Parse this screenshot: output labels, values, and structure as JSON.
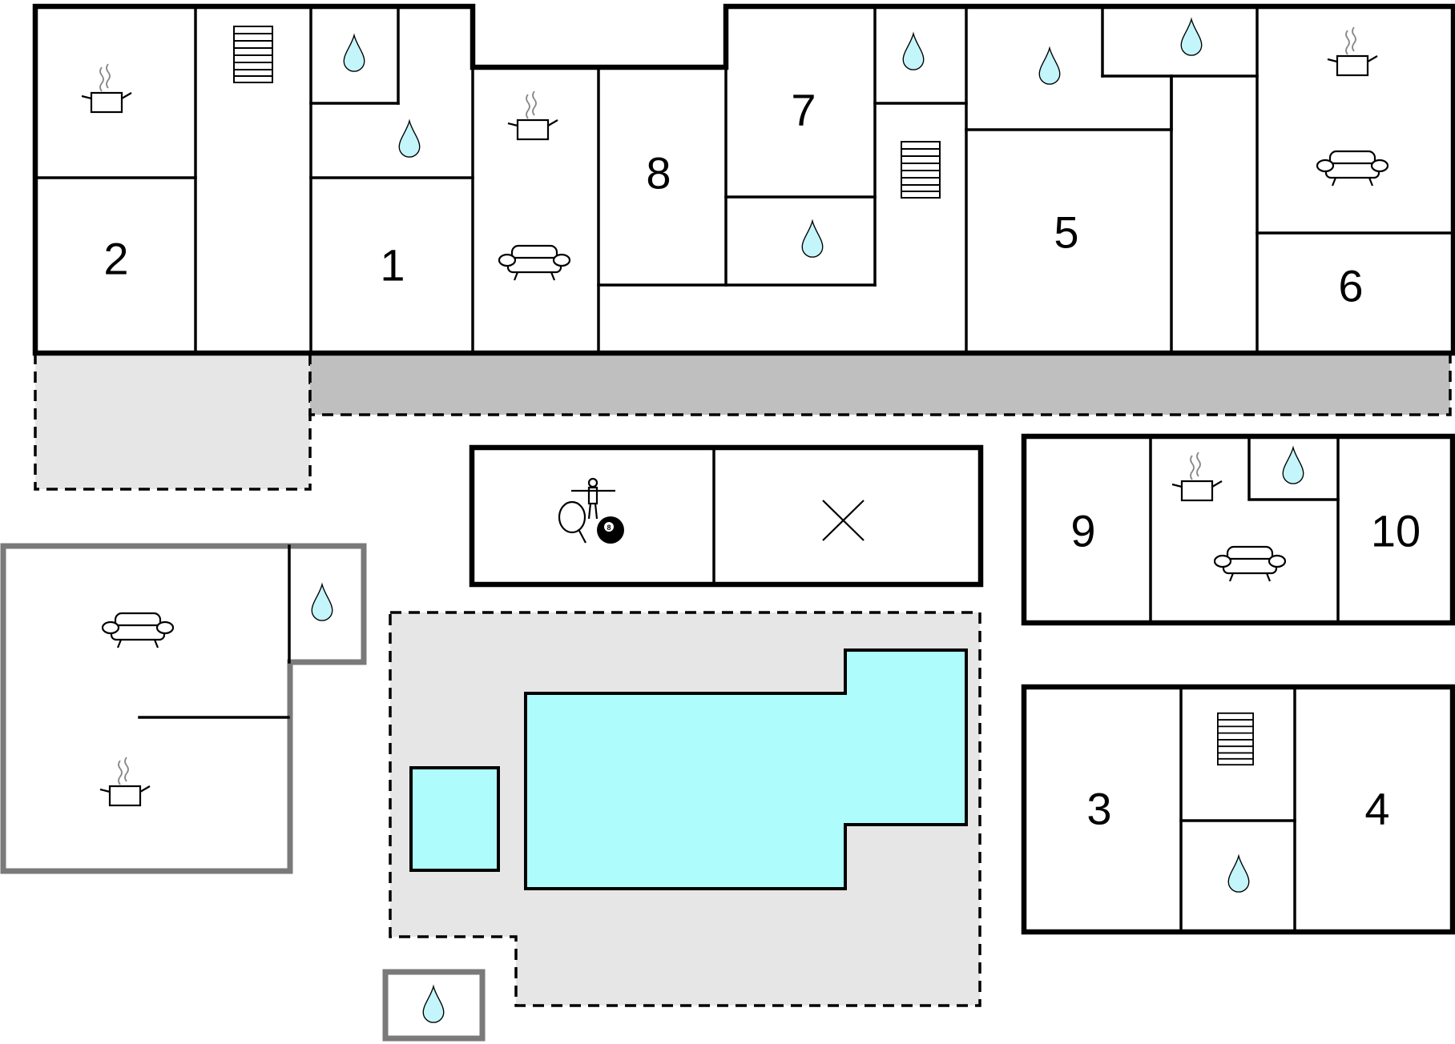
{
  "floorplan": {
    "colors": {
      "wall": "#000000",
      "outbuilding_wall": "#7a7a7a",
      "water": "#aefdfc",
      "terrace_light": "#e6e6e6",
      "terrace_dark": "#bfbfbf",
      "drop_fill": "#c3f5fb"
    },
    "rooms": {
      "r1": "1",
      "r2": "2",
      "r3": "3",
      "r4": "4",
      "r5": "5",
      "r6": "6",
      "r7": "7",
      "r8": "8",
      "r9": "9",
      "r10": "10"
    },
    "icons": {
      "bathroom": "water-drop-icon",
      "kitchen": "cooking-pot-icon",
      "living": "sofa-icon",
      "stairs": "staircase-icon",
      "games": "games-room-icon",
      "void": "x-mark-icon",
      "pool": "swimming-pool"
    }
  }
}
